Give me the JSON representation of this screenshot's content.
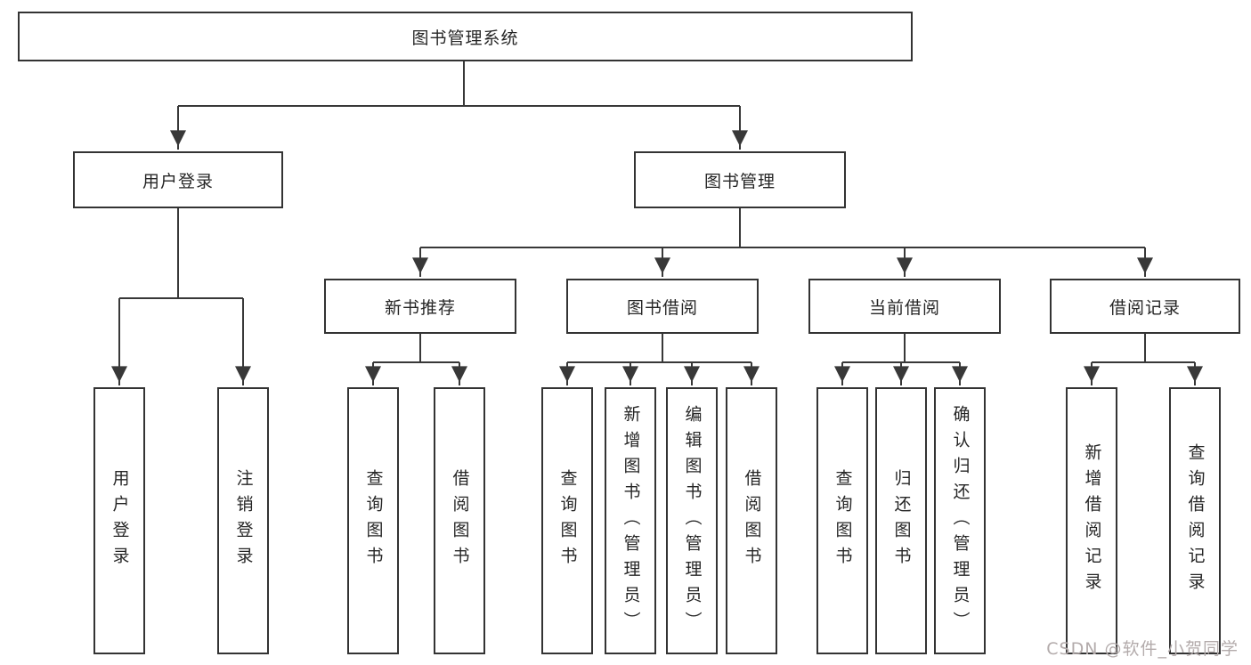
{
  "diagram_type": "hierarchy-tree",
  "colors": {
    "line": "#383838",
    "box_border": "#333333",
    "text": "#262626",
    "background": "#ffffff",
    "watermark": "#b3abab"
  },
  "tree": {
    "label": "图书管理系统",
    "children": [
      {
        "label": "用户登录",
        "children": [
          {
            "label": "用户登录"
          },
          {
            "label": "注销登录"
          }
        ]
      },
      {
        "label": "图书管理",
        "children": [
          {
            "label": "新书推荐",
            "children": [
              {
                "label": "查询图书"
              },
              {
                "label": "借阅图书"
              }
            ]
          },
          {
            "label": "图书借阅",
            "children": [
              {
                "label": "查询图书"
              },
              {
                "label": "新增图书（管理员）"
              },
              {
                "label": "编辑图书（管理员）"
              },
              {
                "label": "借阅图书"
              }
            ]
          },
          {
            "label": "当前借阅",
            "children": [
              {
                "label": "查询图书"
              },
              {
                "label": "归还图书"
              },
              {
                "label": "确认归还（管理员）"
              }
            ]
          },
          {
            "label": "借阅记录",
            "children": [
              {
                "label": "新增借阅记录"
              },
              {
                "label": "查询借阅记录"
              }
            ]
          }
        ]
      }
    ]
  },
  "watermark": {
    "text": "CSDN @软件_小贺同学"
  }
}
